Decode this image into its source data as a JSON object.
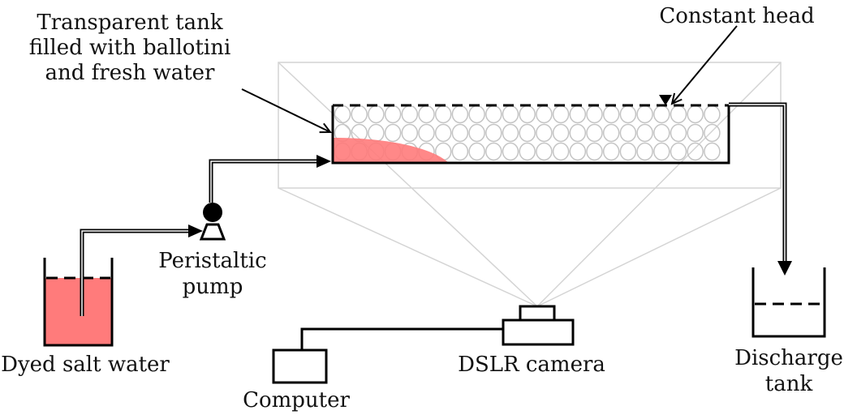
{
  "labels": {
    "tank_line1": "Transparent tank",
    "tank_line2": "filled with ballotini",
    "tank_line3": "and fresh water",
    "constant_head": "Constant head",
    "pump_line1": "Peristaltic",
    "pump_line2": "pump",
    "dyed_salt_water": "Dyed salt water",
    "dslr_camera": "DSLR camera",
    "computer": "Computer",
    "discharge_line1": "Discharge",
    "discharge_line2": "tank"
  },
  "colors": {
    "dye": "#ff7b7b",
    "ballotini": "#c4c4c4",
    "frame": "#d4d4d4"
  }
}
